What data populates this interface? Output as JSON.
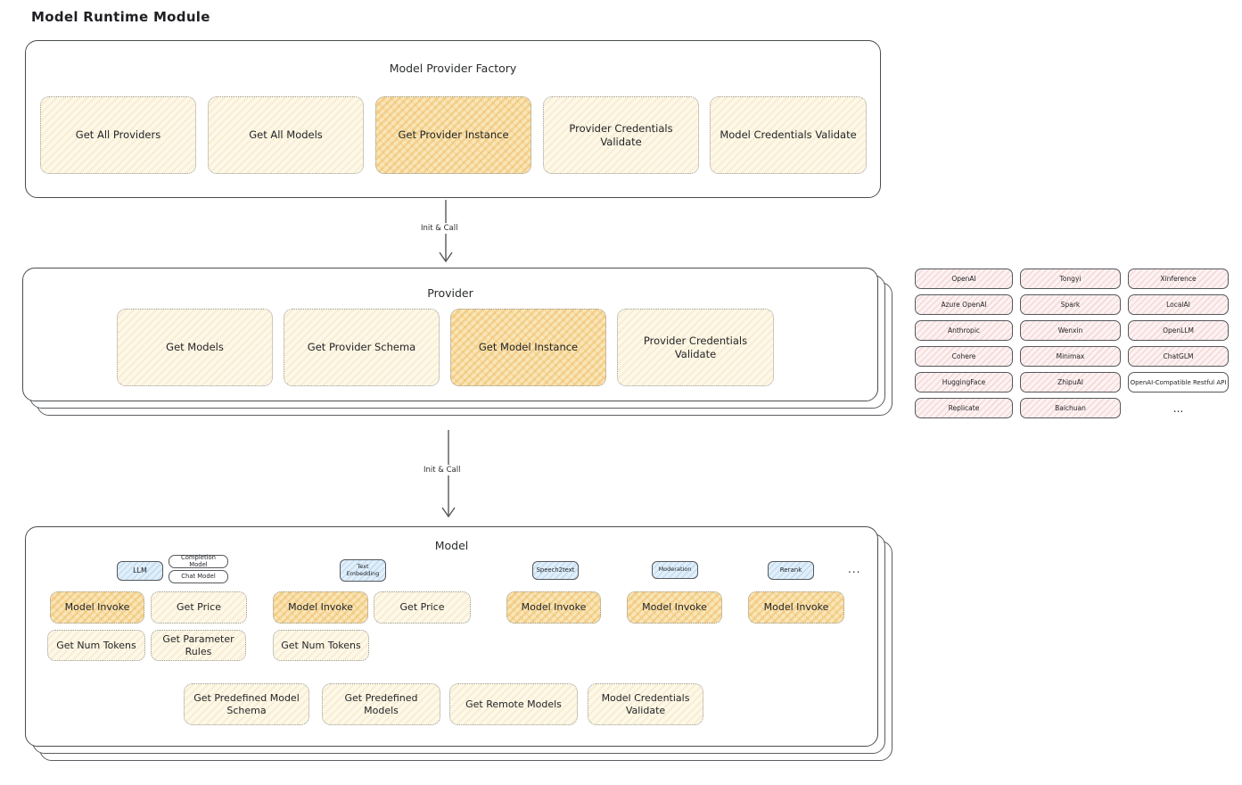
{
  "diagram": {
    "title": "Model Runtime Module",
    "factory": {
      "title": "Model Provider Factory",
      "boxes": [
        {
          "label": "Get All Providers",
          "highlight": false
        },
        {
          "label": "Get All Models",
          "highlight": false
        },
        {
          "label": "Get Provider Instance",
          "highlight": true
        },
        {
          "label": "Provider Credentials Validate",
          "highlight": false
        },
        {
          "label": "Model Credentials Validate",
          "highlight": false
        }
      ]
    },
    "arrow1": {
      "label": "Init & Call"
    },
    "provider": {
      "title": "Provider",
      "boxes": [
        {
          "label": "Get Models",
          "highlight": false
        },
        {
          "label": "Get Provider Schema",
          "highlight": false
        },
        {
          "label": "Get Model Instance",
          "highlight": true
        },
        {
          "label": "Provider Credentials Validate",
          "highlight": false
        }
      ]
    },
    "arrow2": {
      "label": "Init & Call"
    },
    "providers_grid": {
      "items": [
        {
          "label": "OpenAI"
        },
        {
          "label": "Tongyi"
        },
        {
          "label": "Xinference"
        },
        {
          "label": "Azure OpenAI"
        },
        {
          "label": "Spark"
        },
        {
          "label": "LocalAI"
        },
        {
          "label": "Anthropic"
        },
        {
          "label": "Wenxin"
        },
        {
          "label": "OpenLLM"
        },
        {
          "label": "Cohere"
        },
        {
          "label": "Minimax"
        },
        {
          "label": "ChatGLM"
        },
        {
          "label": "HuggingFace"
        },
        {
          "label": "ZhipuAI"
        },
        {
          "label": "OpenAI-Compatible Restful API"
        },
        {
          "label": "Replicate"
        },
        {
          "label": "Baichuan"
        }
      ],
      "more": "..."
    },
    "model": {
      "title": "Model",
      "tabs": [
        {
          "label": "LLM"
        },
        {
          "label": "Completion Model"
        },
        {
          "label": "Chat Model"
        },
        {
          "label": "Text Embedding"
        },
        {
          "label": "Speech2text"
        },
        {
          "label": "Moderation"
        },
        {
          "label": "Rerank"
        }
      ],
      "tabs_more": "...",
      "row1": [
        {
          "label": "Model Invoke",
          "highlight": true
        },
        {
          "label": "Get Price",
          "highlight": false
        },
        {
          "label": "Model Invoke",
          "highlight": true
        },
        {
          "label": "Get Price",
          "highlight": false
        },
        {
          "label": "Model Invoke",
          "highlight": true
        },
        {
          "label": "Model Invoke",
          "highlight": true
        },
        {
          "label": "Model Invoke",
          "highlight": true
        }
      ],
      "row2": [
        {
          "label": "Get Num Tokens"
        },
        {
          "label": "Get Parameter Rules"
        },
        {
          "label": "Get Num Tokens"
        }
      ],
      "row3": [
        {
          "label": "Get Predefined Model Schema"
        },
        {
          "label": "Get Predefined Models"
        },
        {
          "label": "Get Remote Models"
        },
        {
          "label": "Model Credentials Validate"
        }
      ]
    },
    "colors": {
      "cream_fill": "#fdf8e8",
      "highlight_fill": "#f9e6b8",
      "blue_fill": "#e1effa",
      "pink_fill": "#fdf2f2",
      "panel_border": "#4a4d51",
      "text": "#1f2023"
    }
  }
}
